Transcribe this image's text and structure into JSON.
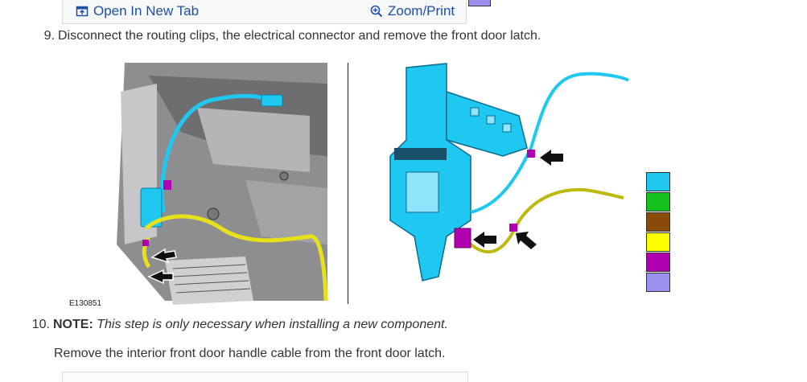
{
  "toolbar": {
    "open_tab_label": "Open In New Tab",
    "zoom_label": "Zoom/Print",
    "open_tab_icon": "open-in-new-tab-icon",
    "zoom_icon": "zoom-in-icon"
  },
  "steps": [
    {
      "number": "9.",
      "text": "Disconnect the routing clips, the electrical connector and remove the front door latch."
    },
    {
      "number": "10.",
      "note_label": "NOTE:",
      "note_text": "This step is only necessary when installing a new component.",
      "text": "Remove the interior front door handle cable from the front door latch."
    }
  ],
  "figure": {
    "id": "E130851"
  },
  "legend": {
    "colors": [
      "#1ec8f0",
      "#14c21c",
      "#8a4a0a",
      "#ffff00",
      "#b000b0",
      "#9b8ff0"
    ]
  }
}
